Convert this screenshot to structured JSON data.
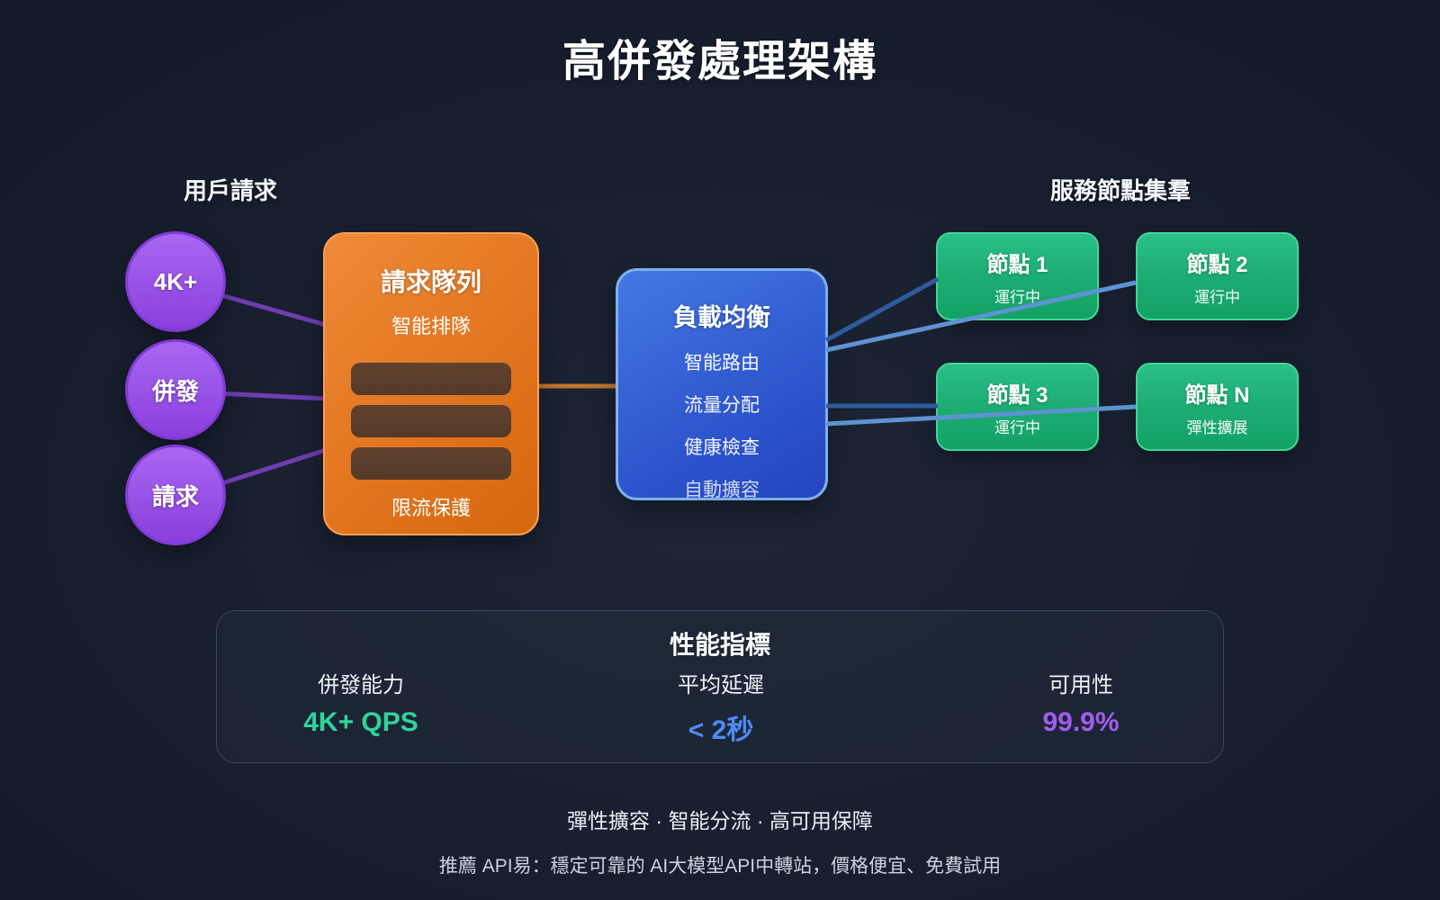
{
  "title": "高併發處理架構",
  "left_group": {
    "label": "用戶請求",
    "circles": [
      "4K+",
      "併發",
      "請求"
    ]
  },
  "queue_box": {
    "title": "請求隊列",
    "subtitle": "智能排隊",
    "footer": "限流保護"
  },
  "balancer_box": {
    "title": "負載均衡",
    "items": [
      "智能路由",
      "流量分配",
      "健康檢查",
      "自動擴容"
    ]
  },
  "cluster": {
    "label": "服務節點集羣",
    "nodes": [
      {
        "title": "節點 1",
        "status": "運行中"
      },
      {
        "title": "節點 2",
        "status": "運行中"
      },
      {
        "title": "節點 3",
        "status": "運行中"
      },
      {
        "title": "節點 N",
        "status": "彈性擴展"
      }
    ]
  },
  "metrics_panel": {
    "title": "性能指標",
    "metrics": [
      {
        "label": "併發能力",
        "value": "4K+ QPS",
        "color": "#2ed59a"
      },
      {
        "label": "平均延遲",
        "value": "< 2秒",
        "color": "#4d8df6"
      },
      {
        "label": "可用性",
        "value": "99.9%",
        "color": "#a35cf0"
      }
    ]
  },
  "footer": {
    "line1": "彈性擴容 · 智能分流 · 高可用保障",
    "line2": "推薦 API易：穩定可靠的 AI大模型API中轉站，價格便宜、免費試用"
  },
  "colors": {
    "background": "#181f2f",
    "circle_purple": "#9b53e6",
    "queue_orange": "#e2751f",
    "queue_bar_brown": "#5a3c2a",
    "balancer_blue": "#3059d0",
    "node_green": "#1cab72",
    "connector_purple": "#6f3db2",
    "connector_orange": "#c0762e",
    "connector_blue_dark": "#2d5c9c",
    "connector_blue_light": "#5e93d2"
  }
}
